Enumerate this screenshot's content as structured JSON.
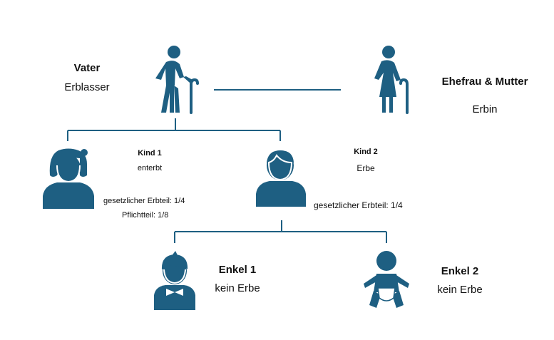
{
  "colors": {
    "figure": "#1e5f82",
    "line": "#1e5f82",
    "text": "#111111"
  },
  "persons": {
    "vater": {
      "name": "Vater",
      "role": "Erblasser",
      "icon": "elderly-man-with-cane-icon"
    },
    "ehefrau": {
      "name": "Ehefrau & Mutter",
      "role": "Erbin",
      "icon": "elderly-woman-with-cane-icon"
    },
    "kind1": {
      "name": "Kind 1",
      "role": "enterbt",
      "share_line1": "gesetzlicher  Erbteil: 1/4",
      "share_line2": "Pflichtteil:  1/8",
      "icon": "woman-avatar-icon"
    },
    "kind2": {
      "name": "Kind 2",
      "role": "Erbe",
      "share_line1": "gesetzlicher  Erbteil:  1/4",
      "icon": "man-avatar-icon"
    },
    "enkel1": {
      "name": "Enkel 1",
      "role": "kein Erbe",
      "icon": "boy-avatar-icon"
    },
    "enkel2": {
      "name": "Enkel 2",
      "role": "kein Erbe",
      "icon": "baby-icon"
    }
  }
}
